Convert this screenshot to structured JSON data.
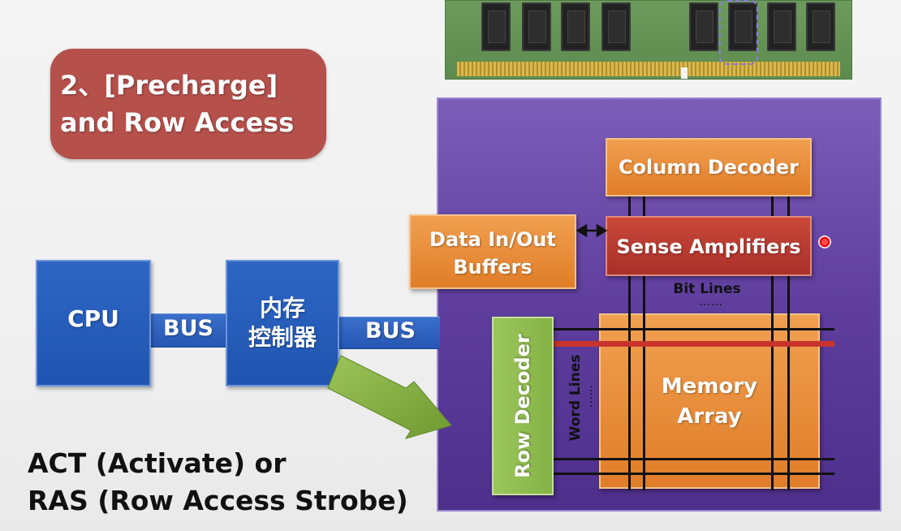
{
  "title": {
    "line1": "2、[Precharge]",
    "line2": "and Row Access"
  },
  "blocks": {
    "cpu": "CPU",
    "bus_left": "BUS",
    "memory_controller_line1": "内存",
    "memory_controller_line2": "控制器",
    "bus_right": "BUS",
    "column_decoder": "Column Decoder",
    "data_buffers_line1": "Data In/Out",
    "data_buffers_line2": "Buffers",
    "sense_amplifiers": "Sense Amplifiers",
    "row_decoder": "Row Decoder",
    "memory_array_line1": "Memory",
    "memory_array_line2": "Array"
  },
  "labels": {
    "bit_lines": "Bit Lines",
    "bit_lines_dots": "……",
    "word_lines": "Word Lines",
    "word_lines_dots": "……"
  },
  "caption": {
    "line1": "ACT (Activate) or",
    "line2": "RAS (Row Access Strobe)"
  },
  "colors": {
    "title_badge": "#b5504b",
    "panel": "#5f3e9e",
    "blue_block": "#1f55b0",
    "orange_block": "#e07d28",
    "sense_amp": "#a8302a",
    "row_decoder": "#84b244",
    "active_word_line": "#c8342c",
    "arrow": "#7ea83a"
  }
}
